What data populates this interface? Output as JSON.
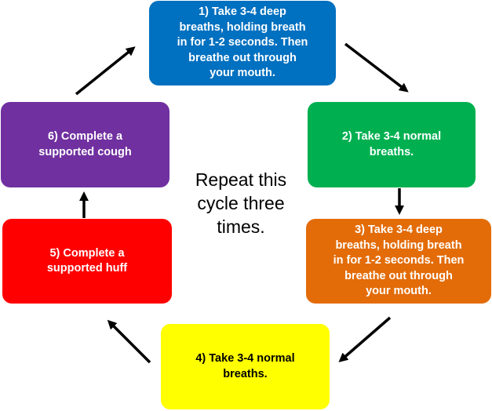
{
  "steps": [
    {
      "id": "step1",
      "text": "1) Take 3-4 deep\nbreaths, holding breath\nin for 1-2 seconds.  Then\nbreathe out through\nyour mouth.",
      "bg": "#0070C0",
      "fg": "#ffffff"
    },
    {
      "id": "step2",
      "text": "2) Take 3-4 normal\nbreaths.",
      "bg": "#00B050",
      "fg": "#ffffff"
    },
    {
      "id": "step3",
      "text": "3) Take 3-4 deep\nbreaths, holding breath\nin for 1-2 seconds.  Then\nbreathe out through\nyour mouth.",
      "bg": "#E36C09",
      "fg": "#ffffff"
    },
    {
      "id": "step4",
      "text": "4) Take 3-4 normal\nbreaths.",
      "bg": "#FFFF00",
      "fg": "#000000"
    },
    {
      "id": "step5",
      "text": "5) Complete a\nsupported huff",
      "bg": "#FF0000",
      "fg": "#ffffff"
    },
    {
      "id": "step6",
      "text": "6) Complete a\nsupported cough",
      "bg": "#7030A0",
      "fg": "#ffffff"
    }
  ],
  "center_text": "Repeat this\ncycle three\ntimes.",
  "arrow_color": "#000000"
}
